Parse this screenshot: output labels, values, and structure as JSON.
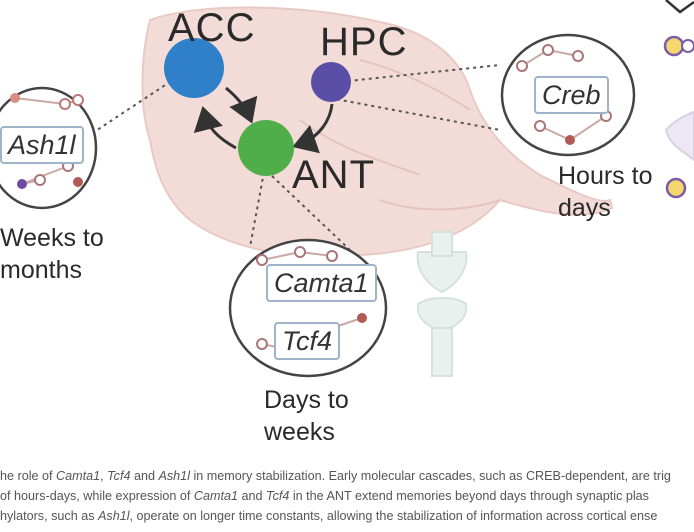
{
  "regions": {
    "acc": "ACC",
    "hpc": "HPC",
    "ant": "ANT"
  },
  "genes": {
    "ash1l": "Ash1l",
    "creb": "Creb",
    "camta1": "Camta1",
    "tcf4": "Tcf4"
  },
  "timescales": {
    "cortex": [
      "Weeks to",
      "months"
    ],
    "hippocampus": [
      "Hours to",
      "days"
    ],
    "thalamus": [
      "Days to",
      "weeks"
    ]
  },
  "caption": {
    "line1": {
      "a": "he role of ",
      "camta1": "Camta1",
      "b": ", ",
      "tcf4": "Tcf4",
      "c": " and ",
      "ash1l": "Ash1l",
      "d": " in memory stabilization. Early molecular cascades, such as CREB-dependent, are trig"
    },
    "line2": {
      "a": " of hours-days, while expression of ",
      "camta1": "Camta1",
      "b": " and ",
      "tcf4": "Tcf4",
      "c": " in the ANT extend memories beyond days through synaptic plas"
    },
    "line3": {
      "a": "hylators, such as ",
      "ash1l": "Ash1l",
      "b": ", operate on longer time constants, allowing the stabilization of information across cortical ense"
    }
  },
  "colors": {
    "acc": "#2f7fc9",
    "hpc": "#5a4ea6",
    "ant": "#4fae4a",
    "brain": "#f3dcd8",
    "outline": "#333333",
    "box_border": "#9fb3c8"
  }
}
